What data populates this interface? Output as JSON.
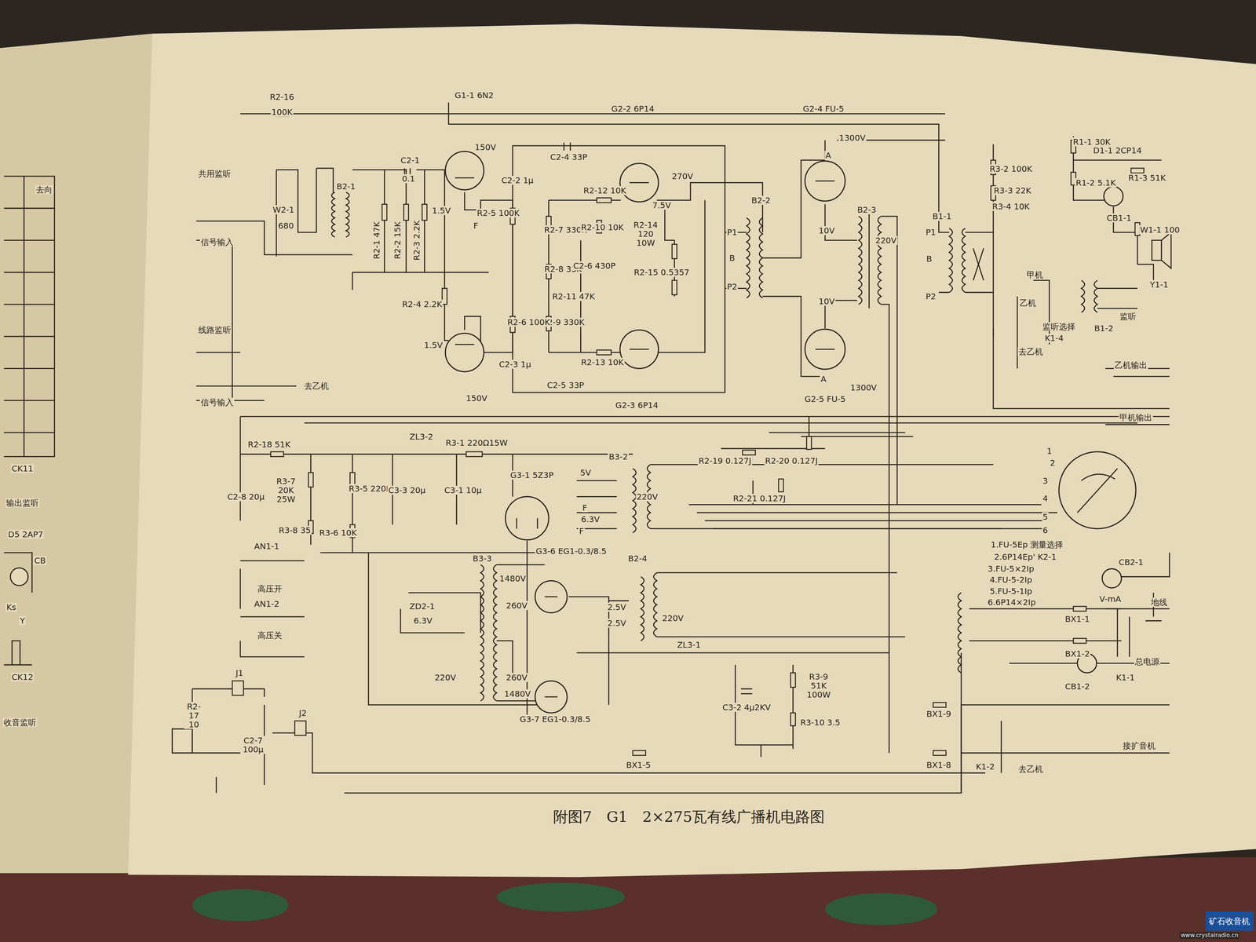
{
  "diagram": {
    "caption": "附图7　G1　2×275瓦有线广播机电路图",
    "labels": [
      "R2-16",
      "100K",
      "共用监听",
      "G1-1 6N2",
      "G2-2 6P14",
      "G2-4 FU-5",
      "150V",
      "C2-1",
      "0.1",
      "W2-1",
      "680",
      "B2-1",
      "R2-1 47K",
      "R2-2 15K",
      "R2-3 2.2K",
      "1.5V",
      "F",
      "C2-2 1μ",
      "R2-5 100K",
      "R2-7 330K",
      "C2-4 33P",
      "R2-12 10K",
      "270V",
      "R2-10 10K",
      "7.5V",
      "R2-14 120 10W",
      "R2-15 0.5357",
      "R2-8 33K",
      "C2-6 430P",
      "R2-11 47K",
      "R2-9 330K",
      "R2-6 100K",
      "C2-3 1μ",
      "R2-13 10K",
      "C2-5 33P",
      "150V",
      "G2-3 6P14",
      "R2-4 2.2K",
      "1.5V",
      "信号输入",
      "线路监听",
      "信号输入",
      "去乙机",
      "B2-2",
      "P1",
      "B",
      "P2",
      "1300V",
      "A",
      "10V",
      "10V",
      "B2-3",
      "220V",
      "1300V",
      "A",
      "G2-5 FU-5",
      "R3-2 100K",
      "R3-3 22K",
      "R3-4 10K",
      "B1-1",
      "P1",
      "B",
      "P2",
      "R1-1 30K",
      "D1-1 2CP14",
      "R1-3 51K",
      "R1-2 5.1K",
      "CB1-1",
      "W1-1 100",
      "Y1-1",
      "甲机",
      "乙机",
      "监听选择",
      "K1-4",
      "B1-2",
      "监听",
      "去乙机",
      "乙机输出",
      "甲机输出",
      "R2-18 51K",
      "C2-8 20μ",
      "R3-7 20K 25W",
      "R3-8 35",
      "R3-5 220K",
      "R3-6 10K",
      "ZL3-2",
      "R3-1 220Ω15W",
      "C3-3 20μ",
      "C3-1 10μ",
      "G3-1 5Z3P",
      "5V",
      "B3-2",
      "F",
      "6.3V",
      "F",
      "220V",
      "R2-19 0.127J",
      "R2-20 0.127J",
      "R2-21 0.127J",
      "1.FU-5Ep 测量选择",
      "2.6P14Ep' K2-1",
      "3.FU-5×2Ip",
      "4.FU-5-2Ip",
      "5.FU-5-1Ip",
      "6.6P14×2Ip",
      "CB2-1",
      "V-mA",
      "地线",
      "AN1-1",
      "高压开",
      "AN1-2",
      "高压关",
      "B3-3",
      "ZD2-1",
      "6.3V",
      "1480V",
      "260V",
      "220V",
      "260V",
      "1480V",
      "G3-6 EG1-0.3/8.5",
      "G3-7 EG1-0.3/8.5",
      "B2-4",
      "2.5V",
      "2.5V",
      "220V",
      "ZL3-1",
      "C3-2 4μ2KV",
      "R3-9 51K 100W",
      "R3-10 3.5",
      "BX1-1",
      "BX1-2",
      "K1-1",
      "总电源",
      "CB1-2",
      "BX1-9",
      "BX1-8",
      "BX1-5",
      "K1-2",
      "去乙机",
      "接扩音机",
      "R2-17 10",
      "C2-7 100μ",
      "J1",
      "J2",
      "去向",
      "CK11",
      "输出监听",
      "D5 2AP7",
      "CB",
      "Ks",
      "Y",
      "CK12",
      "收音监听",
      "矿石收音机",
      "www.crystalradio.cn",
      "1",
      "2",
      "3",
      "4",
      "5",
      "6"
    ]
  }
}
